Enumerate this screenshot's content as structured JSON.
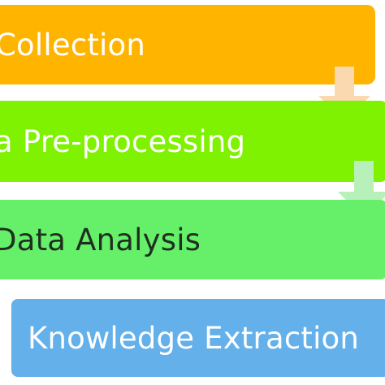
{
  "diagram": {
    "stages": [
      {
        "label": "Collection",
        "color": "#ffb400"
      },
      {
        "label": "a Pre-processing",
        "color": "#7ef200"
      },
      {
        "label": "Data Analysis",
        "color": "#66f06a"
      },
      {
        "label": "Knowledge Extraction",
        "color": "#63b0ea"
      }
    ],
    "arrows": [
      {
        "color": "#fbd9b0"
      },
      {
        "color": "#b7f0b8"
      }
    ]
  }
}
